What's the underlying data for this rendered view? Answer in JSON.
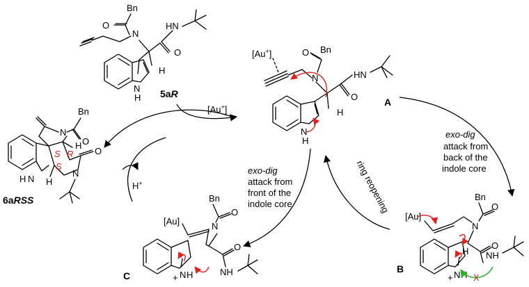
{
  "compounds": {
    "c5aR": {
      "label_prefix": "5a",
      "label_suffix": "R",
      "bn": "Bn",
      "nh_tbu": "HN",
      "indole_h": "H",
      "n_atom": "N",
      "o1": "O",
      "o2": "O",
      "h_stereo": "H"
    },
    "A": {
      "label": "A",
      "au": "[Au",
      "au_sup": "+",
      "au_close": "]",
      "bn": "Bn",
      "hn": "HN",
      "n_indole": "N",
      "h_indole": "H",
      "n_atom": "N",
      "o1": "O",
      "o2": "O",
      "h_stereo": "H"
    },
    "B": {
      "label": "B",
      "au": "[Au]",
      "bn": "Bn",
      "n_atom": "N",
      "o1": "O",
      "o2": "O",
      "h_stereo": "H",
      "nh": "N",
      "h_plus": "+",
      "h_n": "H",
      "nh_tbu": "N",
      "nh_tbu_h": "H",
      "cross": "X"
    },
    "C": {
      "label": "C",
      "au": "[Au]",
      "bn": "Bn",
      "n_atom": "N",
      "o1": "O",
      "o2": "O",
      "nh_tbu": "N",
      "nh_tbu_h": "H",
      "nh": "N",
      "h_plus": "+",
      "h_n": "H"
    },
    "c6aRSS": {
      "label_prefix": "6a",
      "label_suffix": "RSS",
      "bn": "Bn",
      "n1": "N",
      "n2": "N",
      "nh": "N",
      "h_nh": "H",
      "h1": "H",
      "h2": "H",
      "o1": "O",
      "o2": "O",
      "stereo_R": "R",
      "stereo_S1": "S",
      "stereo_S2": "S"
    }
  },
  "reagents": {
    "au_plus_prefix": "[Au",
    "au_plus_sup": "+",
    "au_plus_close": "]",
    "h_plus": "H",
    "h_plus_sup": "+"
  },
  "annotations": {
    "exo_back": {
      "line1": "exo-dig",
      "line2": "attack from",
      "line3": "back of the",
      "line4": "indole core"
    },
    "exo_front": {
      "line1": "exo-dig",
      "line2": "attack from",
      "line3": "front of the",
      "line4": "indole core"
    },
    "ring_reopening": "ring reopening"
  },
  "colors": {
    "curved_arrow": "#e0201b",
    "blocked_arrow": "#2bb52b",
    "stereo_label": "#e0201b"
  }
}
